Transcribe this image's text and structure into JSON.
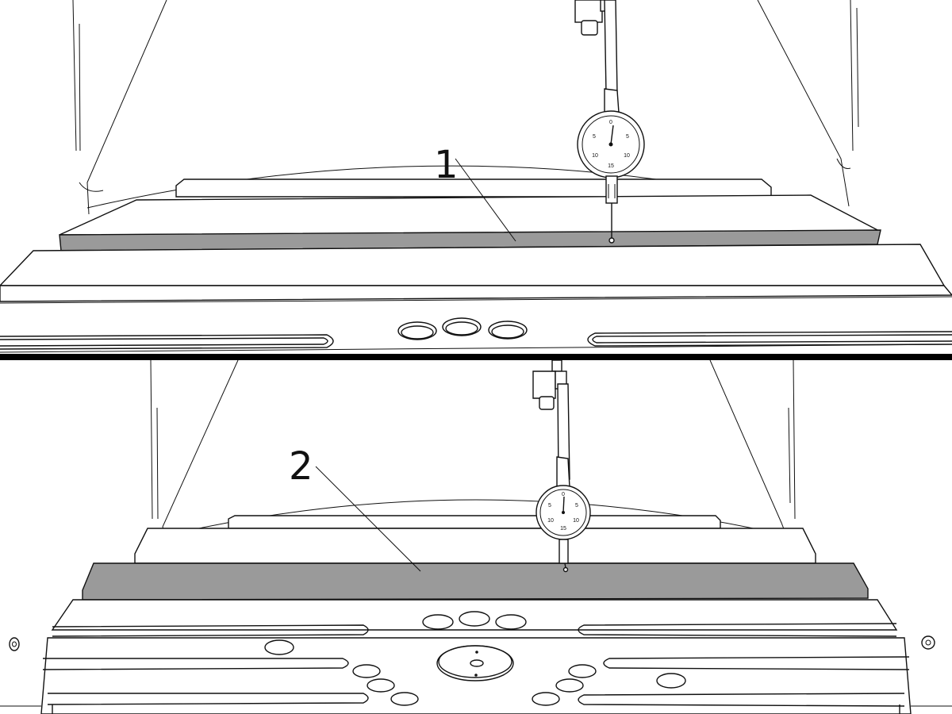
{
  "callouts": [
    {
      "label": "1"
    },
    {
      "label": "2"
    }
  ],
  "dial_numbers": [
    "0",
    "5",
    "10",
    "15",
    "10",
    "5"
  ]
}
